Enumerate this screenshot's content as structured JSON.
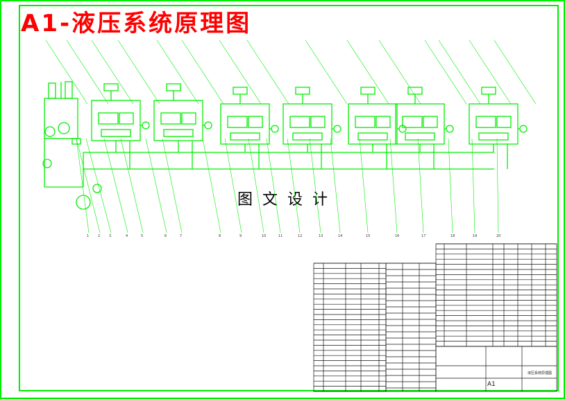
{
  "title": "A1-液压系统原理图",
  "watermark": "图文设计",
  "sheet_size": "A1",
  "drawing_name": "液压系统原理图",
  "unit_count": 7,
  "colors": {
    "line": "#00ee00",
    "title": "#ff0000",
    "frame": "#00ee00"
  }
}
